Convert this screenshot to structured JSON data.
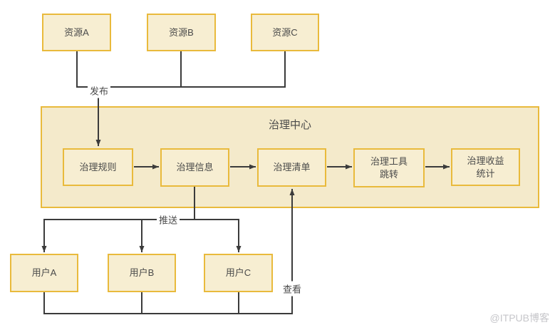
{
  "page": {
    "watermark": "@ITPUB博客"
  },
  "diagram": {
    "center_title": "治理中心",
    "resources": [
      {
        "label": "资源A"
      },
      {
        "label": "资源B"
      },
      {
        "label": "资源C"
      }
    ],
    "pipeline": [
      {
        "label": "治理规则"
      },
      {
        "label": "治理信息"
      },
      {
        "label": "治理清单"
      },
      {
        "label": "治理工具\n跳转"
      },
      {
        "label": "治理收益\n统计"
      }
    ],
    "users": [
      {
        "label": "用户A"
      },
      {
        "label": "用户B"
      },
      {
        "label": "用户C"
      }
    ],
    "edge_labels": {
      "publish": "发布",
      "push": "推送",
      "view": "查看"
    },
    "flow": {
      "publish_from": "资源A/资源B/资源C",
      "publish_to": "治理规则",
      "push_from": "治理信息",
      "push_to": "用户A/用户B/用户C",
      "view_from": "用户A/用户B/用户C",
      "view_to": "治理清单"
    },
    "colors": {
      "box_fill": "#f7eed2",
      "container_fill": "#f4eacb",
      "border": "#e9ba3c",
      "line": "#3b3b3b",
      "text": "#4a4a4a",
      "watermark": "#c6c6ca"
    }
  }
}
